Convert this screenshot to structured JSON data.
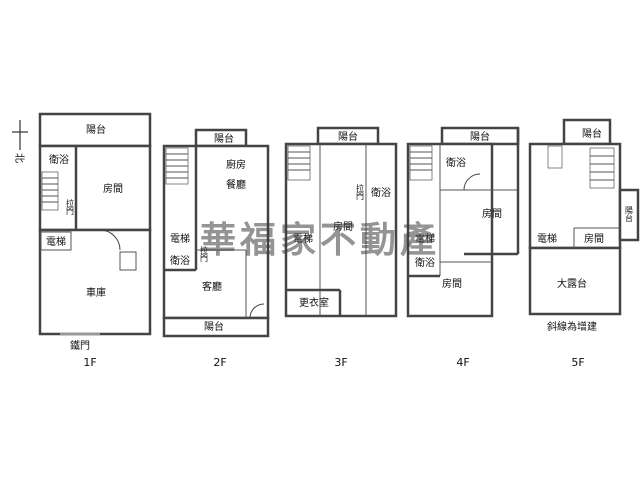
{
  "compass": {
    "north_label": "北"
  },
  "watermark": "華福家不動產",
  "note": "斜線為增建",
  "floors": [
    {
      "id": "1f",
      "label": "1F",
      "rooms": {
        "balcony": "陽台",
        "bath": "衛浴",
        "bedroom": "房間",
        "sliding_door": "拉門",
        "elevator": "電梯",
        "garage": "車庫",
        "iron_gate": "鐵門"
      }
    },
    {
      "id": "2f",
      "label": "2F",
      "rooms": {
        "balcony_top": "陽台",
        "kitchen": "廚房",
        "dining": "餐廳",
        "elevator": "電梯",
        "bath": "衛浴",
        "sliding_door": "拉門",
        "living": "客廳",
        "balcony_bottom": "陽台"
      }
    },
    {
      "id": "3f",
      "label": "3F",
      "rooms": {
        "balcony": "陽台",
        "bath": "衛浴",
        "sliding_door": "拉門",
        "elevator": "電梯",
        "bedroom": "房間",
        "dressing": "更衣室"
      }
    },
    {
      "id": "4f",
      "label": "4F",
      "rooms": {
        "balcony": "陽台",
        "bath_top": "衛浴",
        "bedroom_right": "房間",
        "elevator": "電梯",
        "bath_bottom": "衛浴",
        "bedroom_bottom": "房間"
      }
    },
    {
      "id": "5f",
      "label": "5F",
      "rooms": {
        "balcony_top": "陽台",
        "balcony_side": "陽台",
        "elevator": "電梯",
        "bedroom": "房間",
        "terrace": "大露台"
      }
    }
  ]
}
